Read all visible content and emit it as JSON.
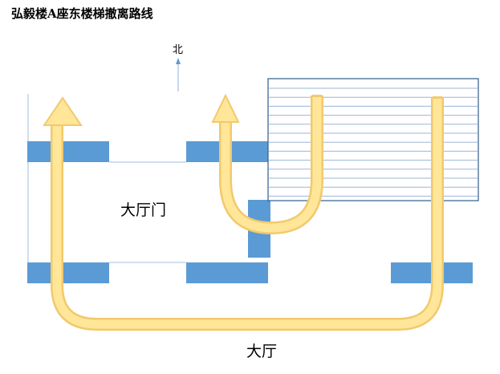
{
  "title": "弘毅楼A座东楼梯撤离路线",
  "compass": "北",
  "labels": {
    "lobby_door": "大厅门",
    "lobby": "大厅"
  },
  "colors": {
    "wall_block": "#5b9bd5",
    "route_fill": "#ffe699",
    "route_stroke": "#f2c96b",
    "outline": "#2e5e8c",
    "stair_line": "#9db5d6"
  }
}
